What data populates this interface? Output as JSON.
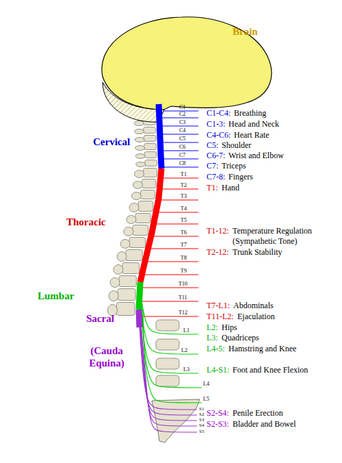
{
  "diagram": {
    "labels": [
      "Brain",
      "Cervical",
      "Thoracic",
      "Lumbar",
      "Sacral",
      "(Cauda Equina)",
      "C1",
      "C2",
      "C3",
      "C4",
      "C5",
      "C6",
      "C7",
      "C8",
      "T1",
      "T2",
      "T3",
      "T4",
      "T5",
      "T6",
      "T7",
      "T8",
      "T9",
      "T10",
      "T11",
      "T12",
      "L1",
      "L2",
      "L3",
      "L4",
      "L5",
      "S1",
      "S2",
      "S3",
      "S4",
      "S5",
      "C1-C4:",
      "Breathing",
      "C1-3:",
      "Head and Neck",
      "C4-C6:",
      "Heart Rate",
      "C5:",
      "Shoulder",
      "C6-7:",
      "Wrist and Elbow",
      "C7:",
      "Triceps",
      "C7-8:",
      "Fingers",
      "T1:",
      "Hand",
      "T1-12:",
      "Temperature Regulation (Sympathetic Tone)",
      "T2-12:",
      "Trunk Stability",
      "T7-L1:",
      "Abdominals",
      "T11-L2:",
      "Ejaculation",
      "L2:",
      "Hips",
      "L3:",
      "Quadriceps",
      "L4-5:",
      "Hamstring and Knee",
      "L4-S1:",
      "Foot and Knee Flexion",
      "S2-S4:",
      "Penile Erection",
      "S2-S3:",
      "Bladder and Bowel"
    ]
  }
}
